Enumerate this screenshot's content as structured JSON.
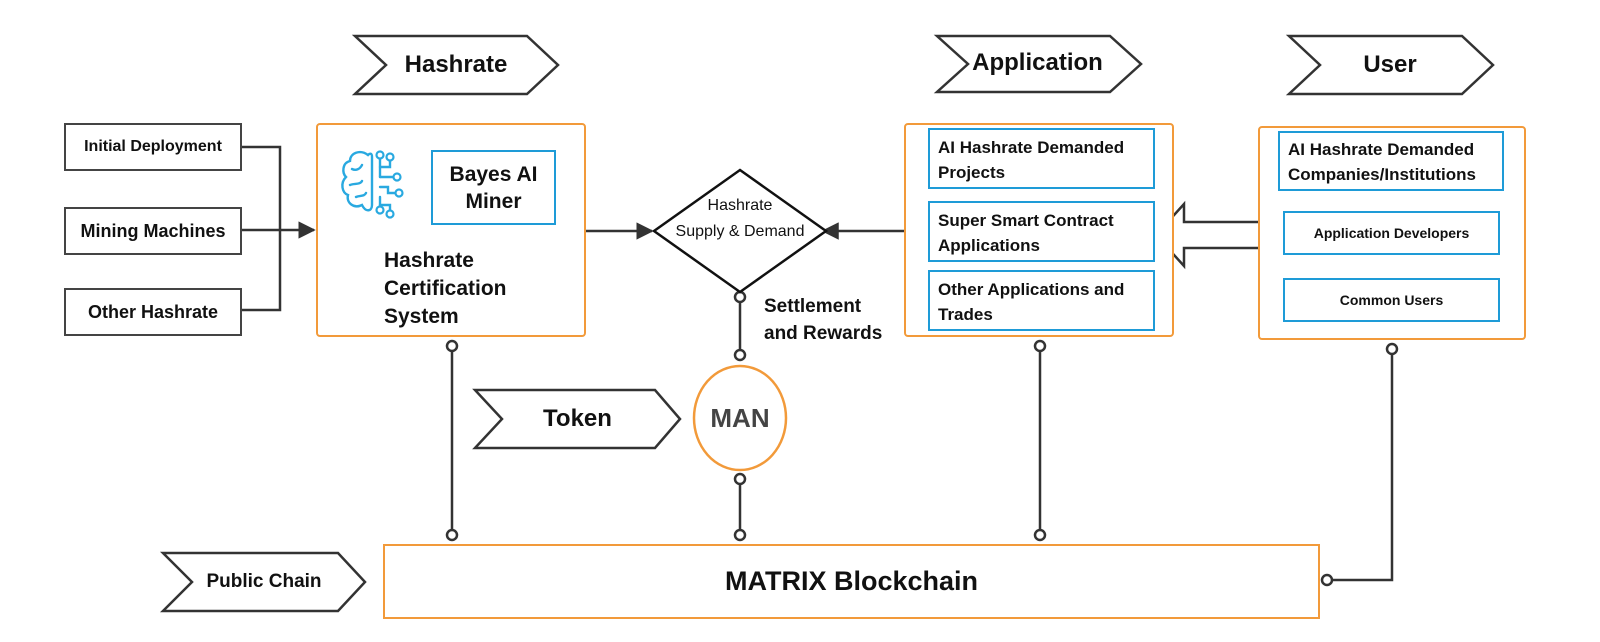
{
  "headers": {
    "hashrate": "Hashrate",
    "application": "Application",
    "user": "User",
    "token": "Token",
    "public_chain": "Public Chain"
  },
  "inputs": [
    "Initial Deployment",
    "Mining Machines",
    "Other Hashrate"
  ],
  "hashrate_box": {
    "miner": "Bayes AI Miner",
    "certification": "Hashrate Certification System"
  },
  "diamond": {
    "line1": "Hashrate",
    "line2": "Supply & Demand"
  },
  "settlement": {
    "line1": "Settlement",
    "line2": "and Rewards"
  },
  "token_circle": "MAN",
  "application_items": [
    "AI Hashrate Demanded Projects",
    "Super Smart Contract Applications",
    "Other Applications and Trades"
  ],
  "user_items": [
    "AI Hashrate Demanded Companies/Institutions",
    "Application Developers",
    "Common Users"
  ],
  "blockchain": "MATRIX Blockchain",
  "colors": {
    "orange": "#f29a3a",
    "blue": "#1e9bd7",
    "line": "#333333",
    "brain_icon": "#29a9e0"
  }
}
